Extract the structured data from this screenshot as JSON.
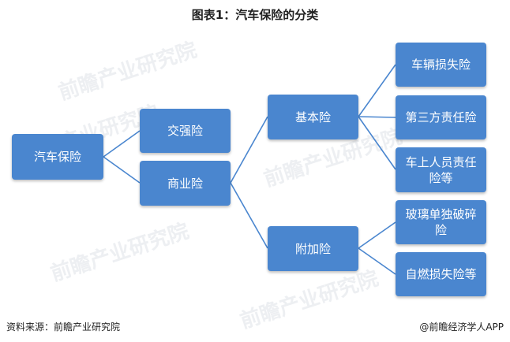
{
  "title": "图表1：汽车保险的分类",
  "nodes": {
    "root": "汽车保险",
    "jiaoqiang": "交强险",
    "shangye": "商业险",
    "jiben": "基本险",
    "fujia": "附加险",
    "cheliang": "车辆损失险",
    "disanfang": "第三方责任险",
    "cheshang": "车上人员责任险等",
    "boli": "玻璃单独破碎险",
    "ziran": "自燃损失险等"
  },
  "footer": {
    "source": "资料来源：前瞻产业研究院",
    "brand": "@前瞻经济学人APP"
  },
  "watermark": "前瞻产业研究院",
  "colors": {
    "box": "#4a86cf",
    "line": "#4a86cf"
  }
}
